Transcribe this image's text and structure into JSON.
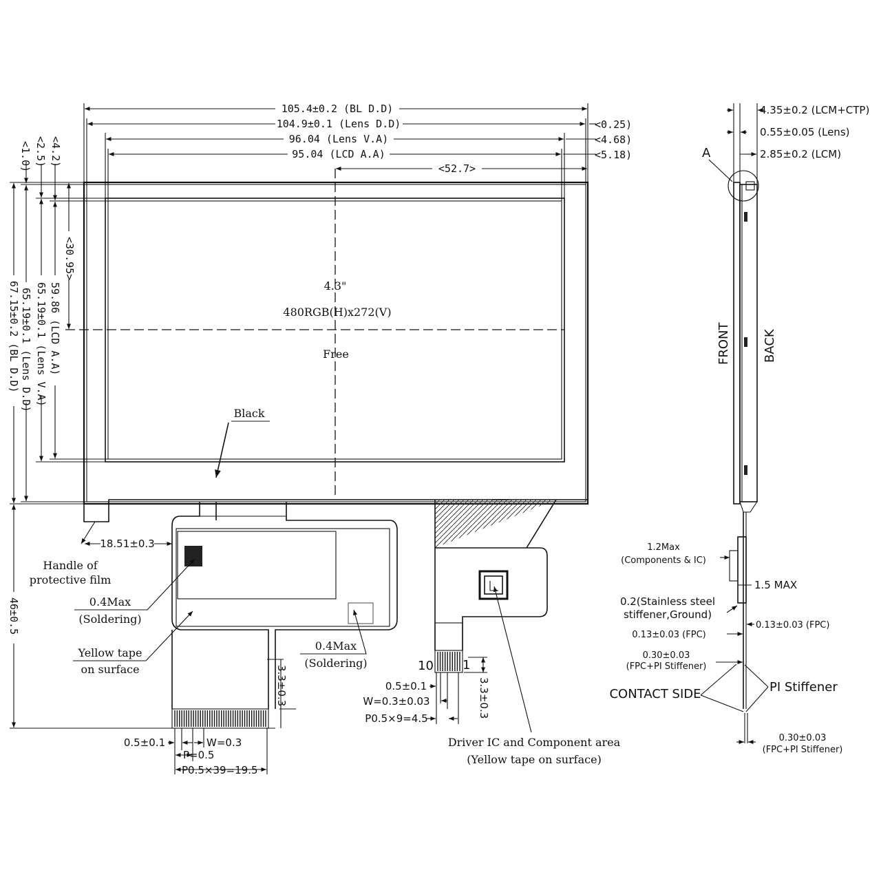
{
  "dims": {
    "top": [
      {
        "id": "bl_dd_w",
        "text": "105.4±0.2 (BL D.D)"
      },
      {
        "id": "lens_dd_w",
        "text": "104.9±0.1 (Lens D.D)"
      },
      {
        "id": "lens_va_w",
        "text": "96.04 (Lens V.A)"
      },
      {
        "id": "lcd_aa_w",
        "text": "95.04 (LCD A.A)"
      },
      {
        "id": "center_x",
        "text": "<52.7>"
      }
    ],
    "right_top": [
      {
        "id": "off_025",
        "text": "<0.25)"
      },
      {
        "id": "off_468",
        "text": "<4.68)"
      },
      {
        "id": "off_518",
        "text": "<5.18)"
      }
    ],
    "left_offsets": [
      {
        "id": "off_10",
        "text": "<1.0)"
      },
      {
        "id": "off_25",
        "text": "<2.5)"
      },
      {
        "id": "off_42",
        "text": "<4.2)"
      }
    ],
    "left_heights": [
      {
        "id": "center_y",
        "text": "<30.95>"
      },
      {
        "id": "lcd_aa_h",
        "text": "59.86 (LCD A.A)"
      },
      {
        "id": "lens_va_h",
        "text": "65.19±0.1 (Lens V.A)"
      },
      {
        "id": "lens_dd_h",
        "text": "65.19±0.1 (Lens D.D)"
      },
      {
        "id": "bl_dd_h",
        "text": "67.15±0.2 (BL D.D)"
      }
    ],
    "total_h": "46±0.5",
    "handle_off": "18.51±0.3"
  },
  "panel": {
    "size": "4.3\"",
    "resolution": "480RGB(H)x272(V)",
    "center_label": "Free",
    "black_label": "Black"
  },
  "notes": {
    "handle": [
      "Handle of",
      "protective film"
    ],
    "solder_left": [
      "0.4Max",
      "(Soldering)"
    ],
    "yellow_tape": [
      "Yellow tape",
      "on surface"
    ],
    "solder_right": [
      "0.4Max",
      "(Soldering)"
    ],
    "driver": [
      "Driver IC and Component area",
      "(Yellow tape on surface)"
    ]
  },
  "fpc_main": {
    "pitch_total": "P0.5×39=19.5",
    "pad": "0.5±0.1",
    "width": "W=0.3",
    "pitch": "P=0.5",
    "len": "3.3±0.3"
  },
  "fpc_ctp": {
    "pin_last": "10",
    "pin_first": "1",
    "pad": "0.5±0.1",
    "width": "W=0.3±0.03",
    "pitch_total": "P0.5×9=4.5",
    "len": "3.3±0.3"
  },
  "side": {
    "total": "4.35±0.2 (LCM+CTP)",
    "lens": "0.55±0.05 (Lens)",
    "lcm": "2.85±0.2 (LCM)",
    "detail": "A",
    "front": "FRONT",
    "back": "BACK",
    "components": [
      "1.2Max",
      "(Components & IC)"
    ],
    "max15": "1.5 MAX",
    "stiffener": [
      "0.2(Stainless steel",
      "stiffener,Ground)"
    ],
    "fpc_l": "0.13±0.03 (FPC)",
    "fpc_r": "0.13±0.03 (FPC)",
    "fpc_pi_top": [
      "0.30±0.03",
      "(FPC+PI Stiffener)"
    ],
    "contact": "CONTACT SIDE",
    "pi": "PI Stiffener",
    "fpc_pi_bottom": [
      "0.30±0.03",
      "(FPC+PI Stiffener)"
    ]
  }
}
